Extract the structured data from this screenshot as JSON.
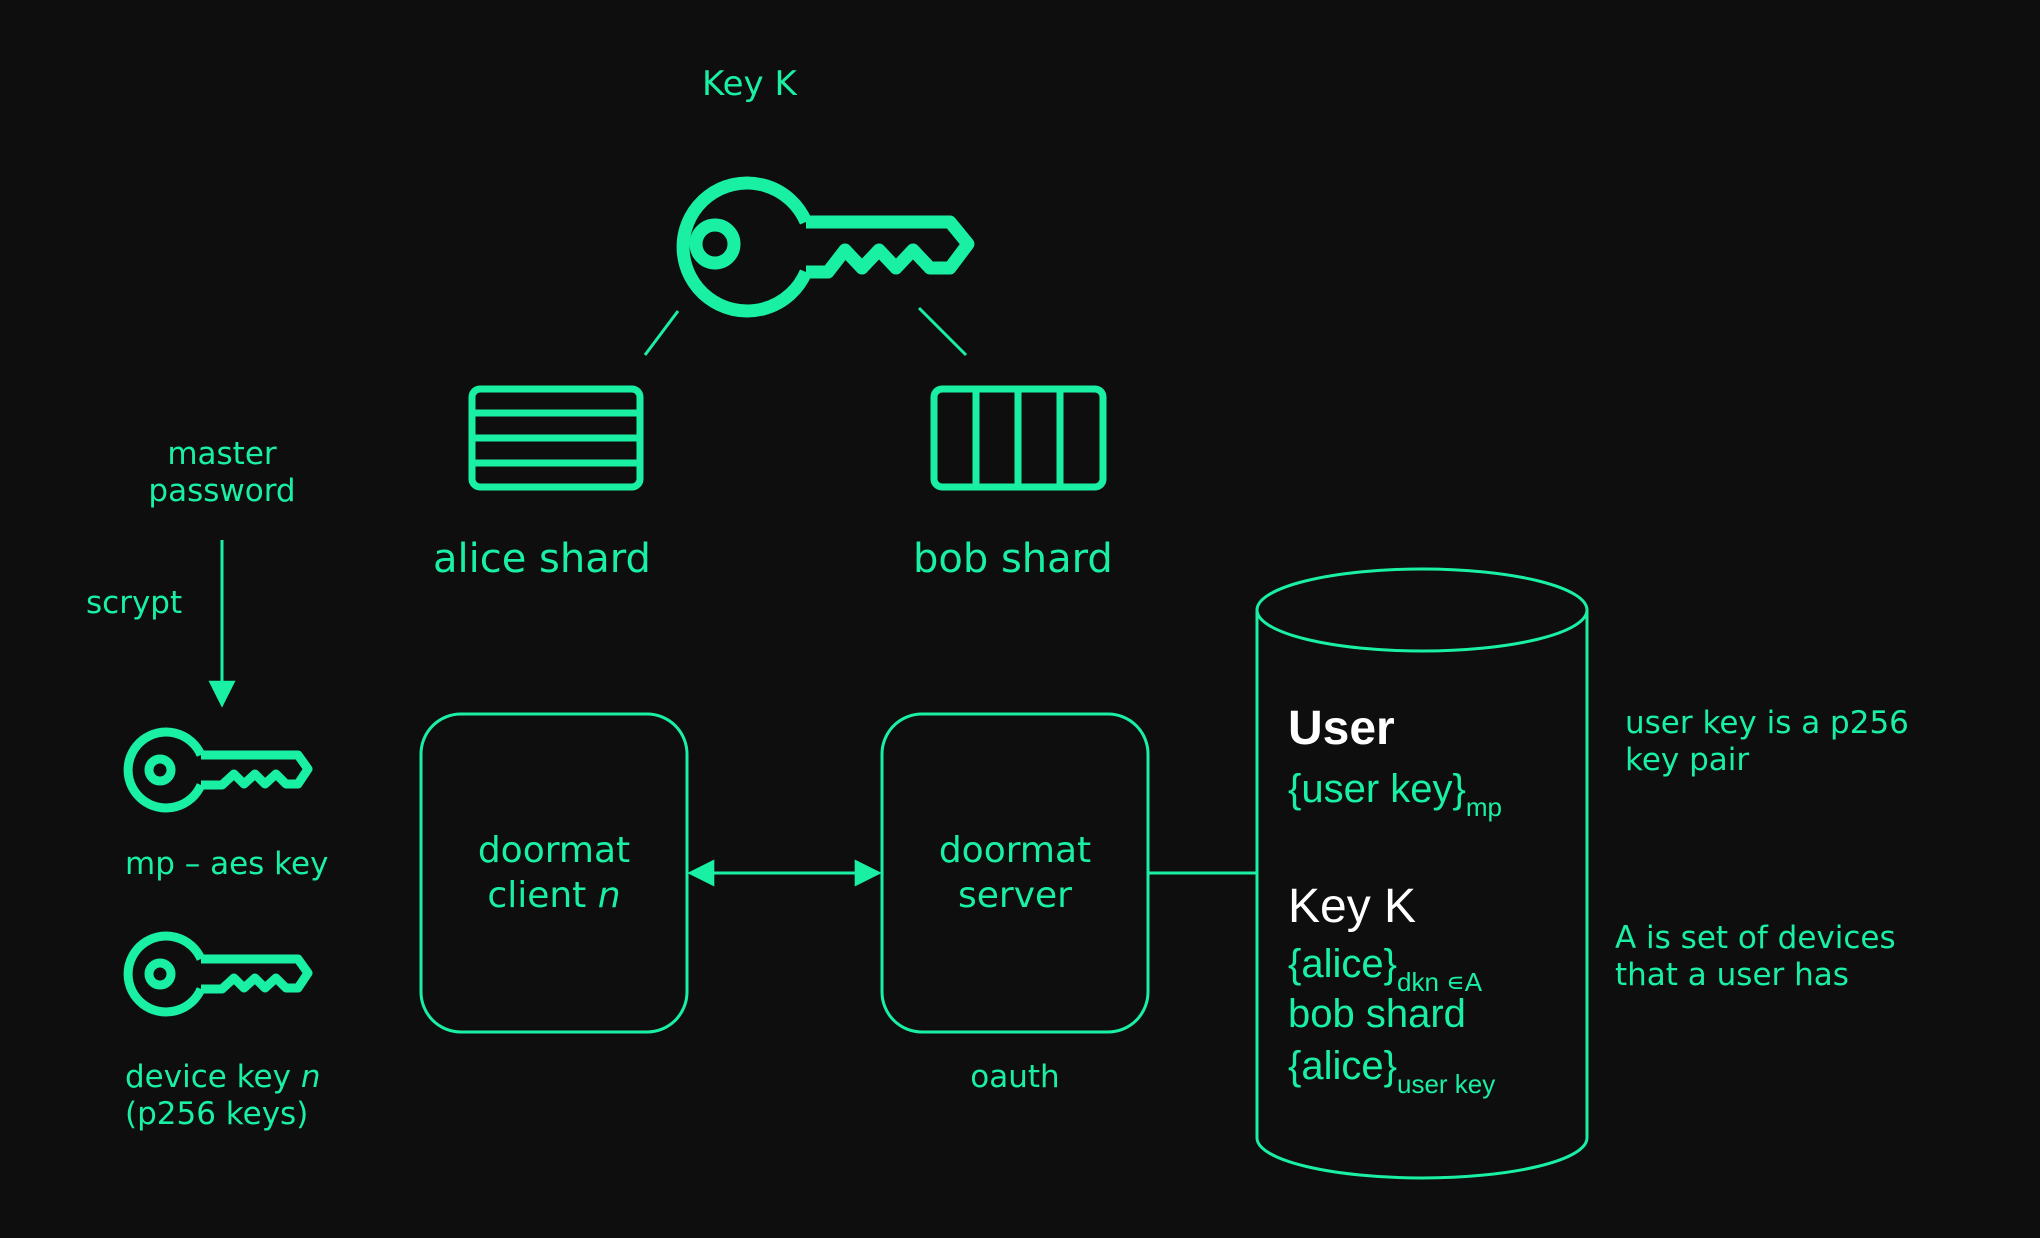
{
  "diagram": {
    "accent": "#19f0a4",
    "background": "#0e0e0e",
    "key_k_label": "Key K",
    "alice_shard_label": "alice shard",
    "bob_shard_label": "bob shard",
    "master_password_line1": "master",
    "master_password_line2": "password",
    "scrypt_label": "scrypt",
    "mp_key_label": "mp – aes key",
    "device_key_label": "device key",
    "device_key_var": "n",
    "device_key_sub": "(p256 keys)",
    "client_line1": "doormat",
    "client_line2": "client",
    "client_var": "n",
    "server_line1": "doormat",
    "server_line2": "server",
    "oauth_label": "oauth",
    "db": {
      "user_title": "User",
      "user_key_text": "{user key}",
      "user_key_sub": "mp",
      "keyk_title": "Key K",
      "alice_text": "{alice}",
      "alice_sub": "dkn ∊A",
      "bob_shard_text": "bob shard",
      "alice2_text": "{alice}",
      "alice2_sub": "user key"
    },
    "note_user_key_line1": "user key is a p256",
    "note_user_key_line2": "key pair",
    "note_a_line1": "A is set of devices",
    "note_a_line2": "that a user has"
  }
}
